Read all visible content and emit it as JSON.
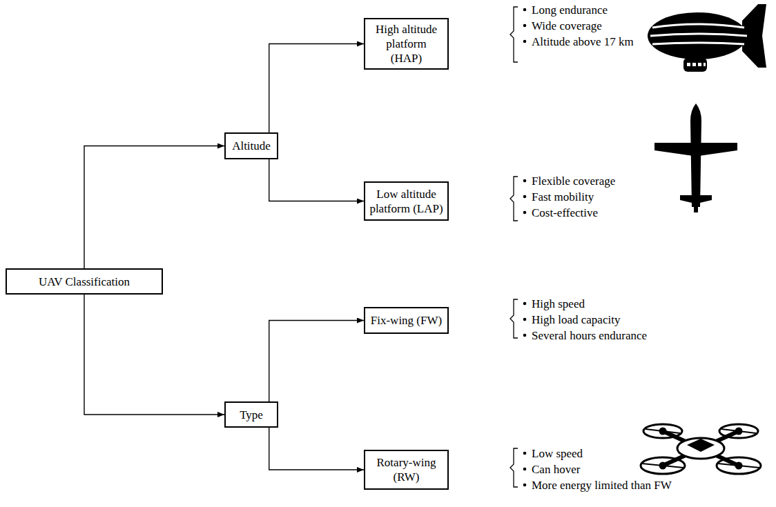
{
  "diagram": {
    "nodes": [
      {
        "text": [
          "UAV Classification"
        ]
      },
      {
        "text": [
          "Altitude"
        ]
      },
      {
        "text": [
          "High altitude platform (HAP)"
        ]
      },
      {
        "text": [
          "Low altitude platform (LAP)"
        ]
      },
      {
        "text": [
          "Type"
        ]
      },
      {
        "text": [
          "Fix-wing (FW)"
        ]
      },
      {
        "text": [
          "Rotary-wing (RW)"
        ]
      }
    ],
    "edges": [
      {
        "from": 0,
        "to": 1,
        "arrow": "to"
      },
      {
        "from": 0,
        "to": 4,
        "arrow": "to"
      },
      {
        "from": 1,
        "to": 2,
        "arrow": "to"
      },
      {
        "from": 1,
        "to": 3,
        "arrow": "to"
      },
      {
        "from": 4,
        "to": 5,
        "arrow": "to"
      },
      {
        "from": 4,
        "to": 6,
        "arrow": "to"
      }
    ],
    "labels": [
      "Long endurance",
      "Wide coverage",
      "Altitude above 17 km",
      "Flexible coverage",
      "Fast mobility",
      "Cost-effective",
      "High speed",
      "High load capacity",
      "Several hours endurance",
      "Low speed",
      "Can hover",
      "More energy limited than FW"
    ]
  }
}
